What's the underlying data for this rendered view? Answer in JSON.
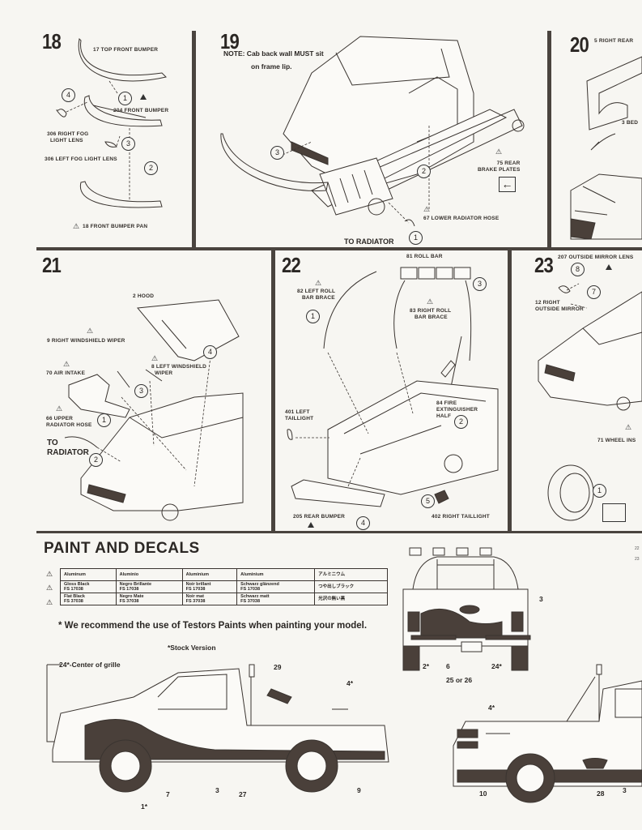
{
  "steps": [
    {
      "number": "18",
      "labels": [
        "17 TOP FRONT BUMPER",
        "204 FRONT BUMPER",
        "306 RIGHT FOG\n  LIGHT LENS",
        "306 LEFT FOG LIGHT LENS",
        "18 FRONT BUMPER PAN"
      ],
      "callouts": [
        "1",
        "2",
        "3",
        "4"
      ]
    },
    {
      "number": "19",
      "note": "NOTE: Cab back wall MUST sit",
      "note2": "on frame lip.",
      "labels": [
        "75 REAR\nBRAKE PLATES",
        "67 LOWER RADIATOR HOSE",
        "TO RADIATOR"
      ],
      "callouts": [
        "1",
        "2",
        "3"
      ]
    },
    {
      "number": "20",
      "labels": [
        "5 RIGHT REAR",
        "3 BED"
      ]
    },
    {
      "number": "21",
      "labels": [
        "2 HOOD",
        "9 RIGHT WINDSHIELD WIPER",
        "8 LEFT WINDSHIELD\n  WIPER",
        "70 AIR INTAKE",
        "66 UPPER\nRADIATOR HOSE",
        "TO\nRADIATOR"
      ],
      "callouts": [
        "1",
        "2",
        "3",
        "4"
      ]
    },
    {
      "number": "22",
      "labels": [
        "81 ROLL BAR",
        "82 LEFT ROLL\n   BAR BRACE",
        "83 RIGHT ROLL\n   BAR BRACE",
        "84 FIRE\nEXTINGUISHER\nHALF",
        "401 LEFT\nTAILLIGHT",
        "205 REAR BUMPER",
        "402 RIGHT TAILLIGHT"
      ],
      "callouts": [
        "1",
        "2",
        "3",
        "4",
        "5"
      ]
    },
    {
      "number": "23",
      "labels": [
        "207 OUTSIDE MIRROR LENS",
        "12 RIGHT\nOUTSIDE MIRROR",
        "71 WHEEL INS"
      ],
      "callouts": [
        "1",
        "7",
        "8"
      ]
    }
  ],
  "paint": {
    "title": "PAINT AND DECALS",
    "table": [
      [
        "Aluminum",
        "Aluminio",
        "Aluminium",
        "Aluminium",
        "アルミニウム"
      ],
      [
        "Gloss Black\nFS 17038",
        "Negro Brillante\nFS 17038",
        "Noir brillant\nFS 17038",
        "Schwarz glänzend\nFS 17038",
        "つや出しブラック"
      ],
      [
        "Flat Black\nFS 37038",
        "Negro Mate\nFS 37038",
        "Noir mat\nFS 37038",
        "Schwarz matt\nFS 37038",
        "光沢の無い黒"
      ]
    ],
    "recommendation": "* We recommend the use of Testors Paints when painting your model.",
    "stock_version": "*Stock Version",
    "margin_refs": [
      "22",
      "23"
    ]
  },
  "decals": {
    "rear_view": [
      "3",
      "2*",
      "6",
      "24*",
      "25 or 26"
    ],
    "side_view": [
      "24*-Center of grille",
      "29",
      "4*",
      "1*",
      "7",
      "3",
      "27",
      "9"
    ],
    "right_side_view": [
      "4*",
      "10",
      "28",
      "3"
    ]
  },
  "colors": {
    "ink": "#3a3430",
    "paper": "#f7f6f2",
    "rule": "#4a443f"
  }
}
